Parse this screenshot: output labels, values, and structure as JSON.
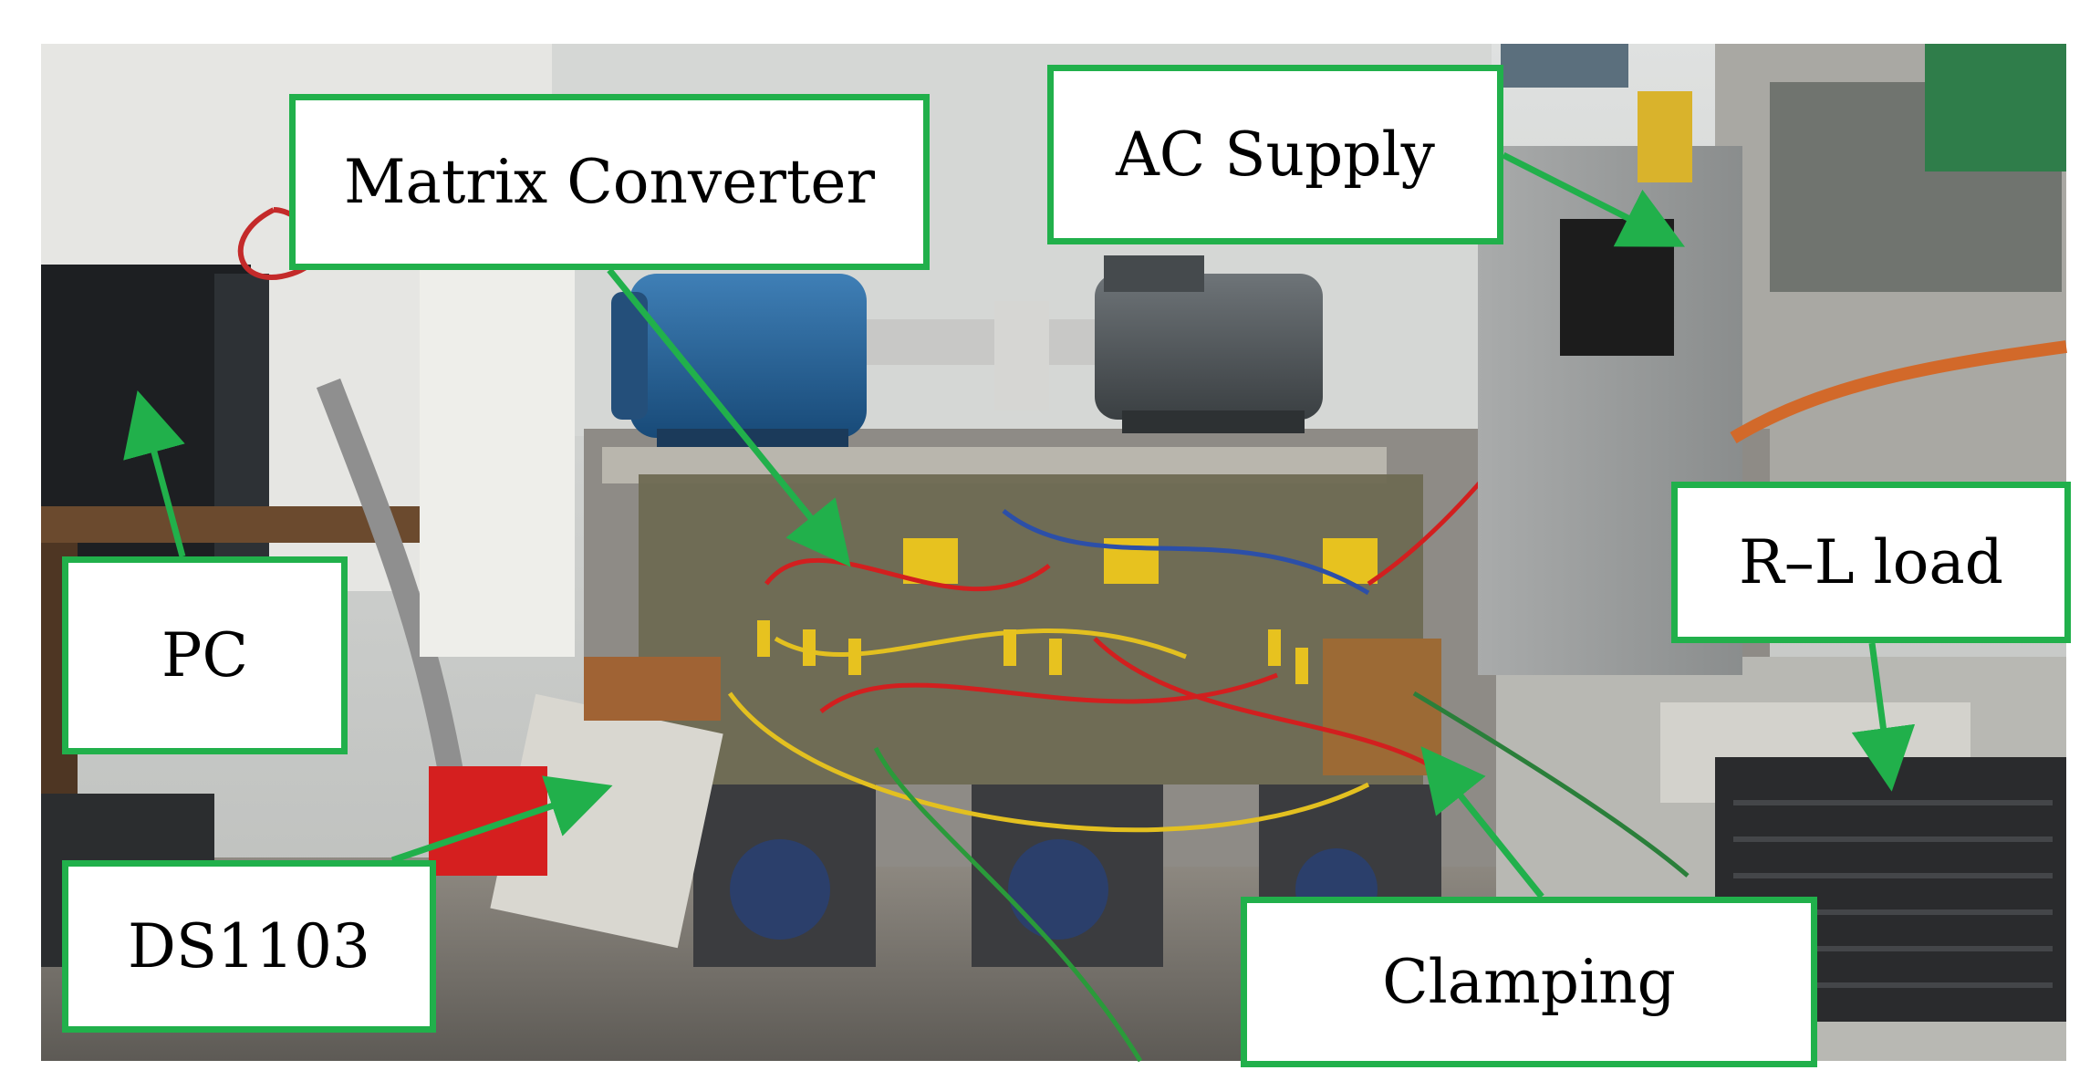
{
  "labels": {
    "matrix_converter": "Matrix Converter",
    "ac_supply": "AC Supply",
    "pc": "PC",
    "rl_load": "R–L load",
    "ds1103": "DS1103",
    "clamping": "Clamping"
  },
  "colors": {
    "label_border": "#21b04b",
    "arrow": "#21b04b",
    "label_background": "#ffffff",
    "label_text": "#000000"
  }
}
